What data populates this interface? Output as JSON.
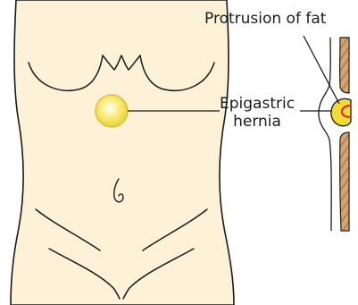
{
  "labels": {
    "protrusion": "Protrusion of fat",
    "hernia_line1": "Epigastric",
    "hernia_line2": "hernia"
  },
  "colors": {
    "skin": "#fdf1d8",
    "outline": "#1a1a1a",
    "hernia_fill": "#f3e24a",
    "hernia_highlight": "#ffffff",
    "abdominal_wall": "#d7a36c",
    "wall_hatch": "#8a5a32",
    "protrusion_fill": "#f0dc32",
    "protrusion_inner": "#d73a3a"
  }
}
